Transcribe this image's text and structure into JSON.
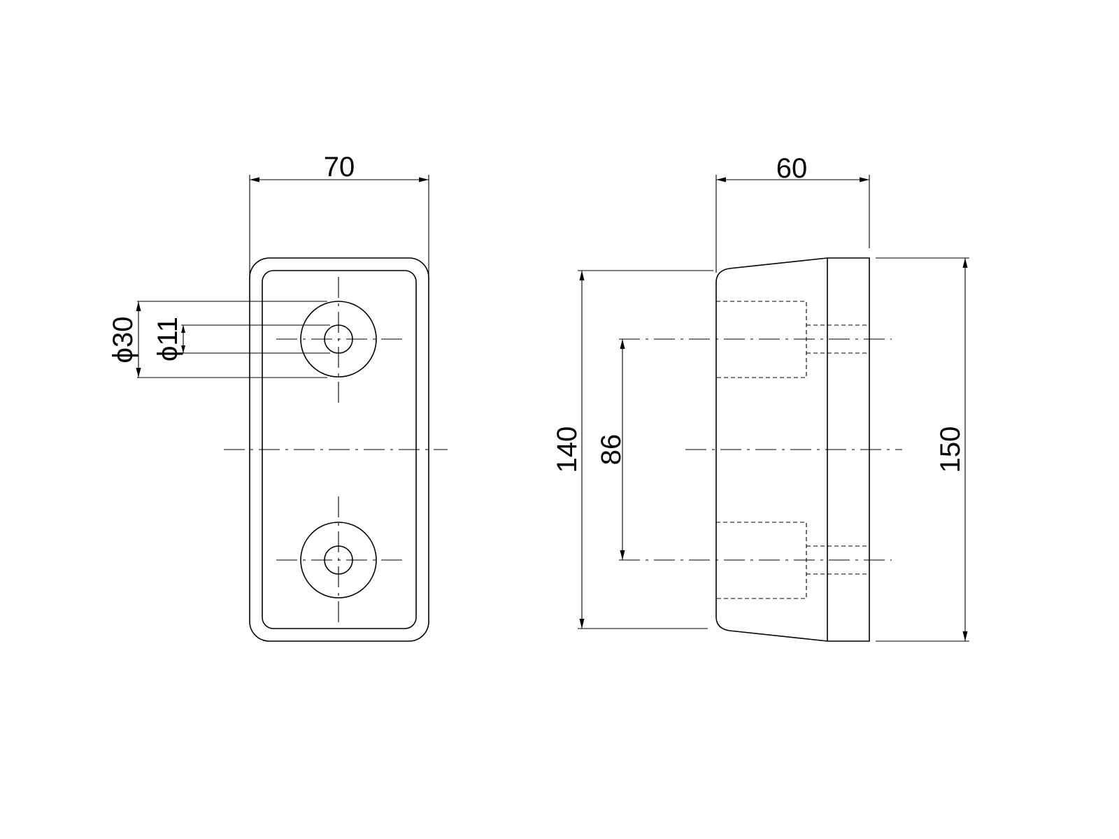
{
  "drawing": {
    "front_view": {
      "width_label": "70",
      "outer_diameter_label": "ϕ30",
      "inner_diameter_label": "ϕ11"
    },
    "side_view": {
      "depth_label": "60",
      "base_height_label": "140",
      "hole_pitch_label": "86",
      "overall_height_label": "150"
    }
  }
}
